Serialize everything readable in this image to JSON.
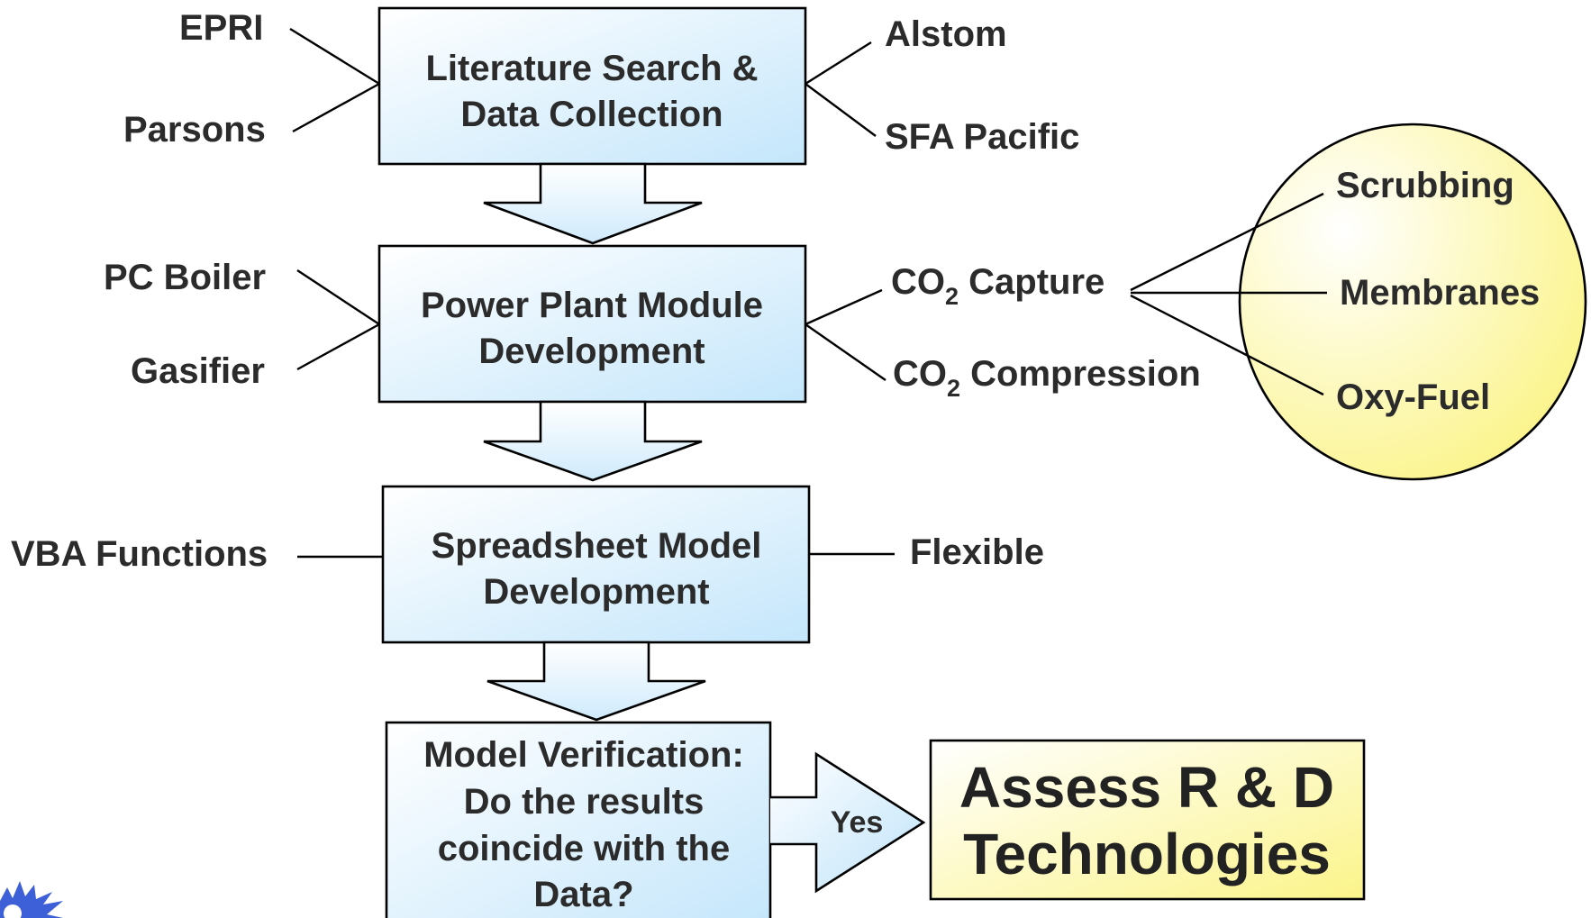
{
  "colors": {
    "box_gradient_light": "#ffffff",
    "box_gradient_dark": "#c9e9fb",
    "yellow_light": "#ffffff",
    "yellow_dark": "#fdfa9a",
    "text": "#2b2b2b",
    "logo": "#3d5fd8"
  },
  "steps": {
    "literature": {
      "line1": "Literature Search &",
      "line2": "Data Collection"
    },
    "power_plant": {
      "line1": "Power Plant Module",
      "line2": "Development"
    },
    "spreadsheet": {
      "line1": "Spreadsheet Model",
      "line2": "Development"
    },
    "verification": {
      "line1": "Model Verification:",
      "line2": "Do the results",
      "line3": "coincide with the",
      "line4": "Data?"
    }
  },
  "sources_left": {
    "epri": "EPRI",
    "parsons": "Parsons"
  },
  "sources_right": {
    "alstom": "Alstom",
    "sfa": "SFA Pacific"
  },
  "plant_left": {
    "pc_boiler": "PC Boiler",
    "gasifier": "Gasifier"
  },
  "plant_right": {
    "co2_capture": {
      "prefix": "CO",
      "sub": "2",
      "suffix": " Capture"
    },
    "co2_compression": {
      "prefix": "CO",
      "sub": "2",
      "suffix": " Compression"
    }
  },
  "capture_options": {
    "scrubbing": "Scrubbing",
    "membranes": "Membranes",
    "oxy_fuel": "Oxy-Fuel"
  },
  "spreadsheet_left": {
    "vba": "VBA Functions"
  },
  "spreadsheet_right": {
    "flexible": "Flexible"
  },
  "decision": {
    "yes": "Yes"
  },
  "outcome": {
    "line1": "Assess R & D",
    "line2": "Technologies"
  }
}
